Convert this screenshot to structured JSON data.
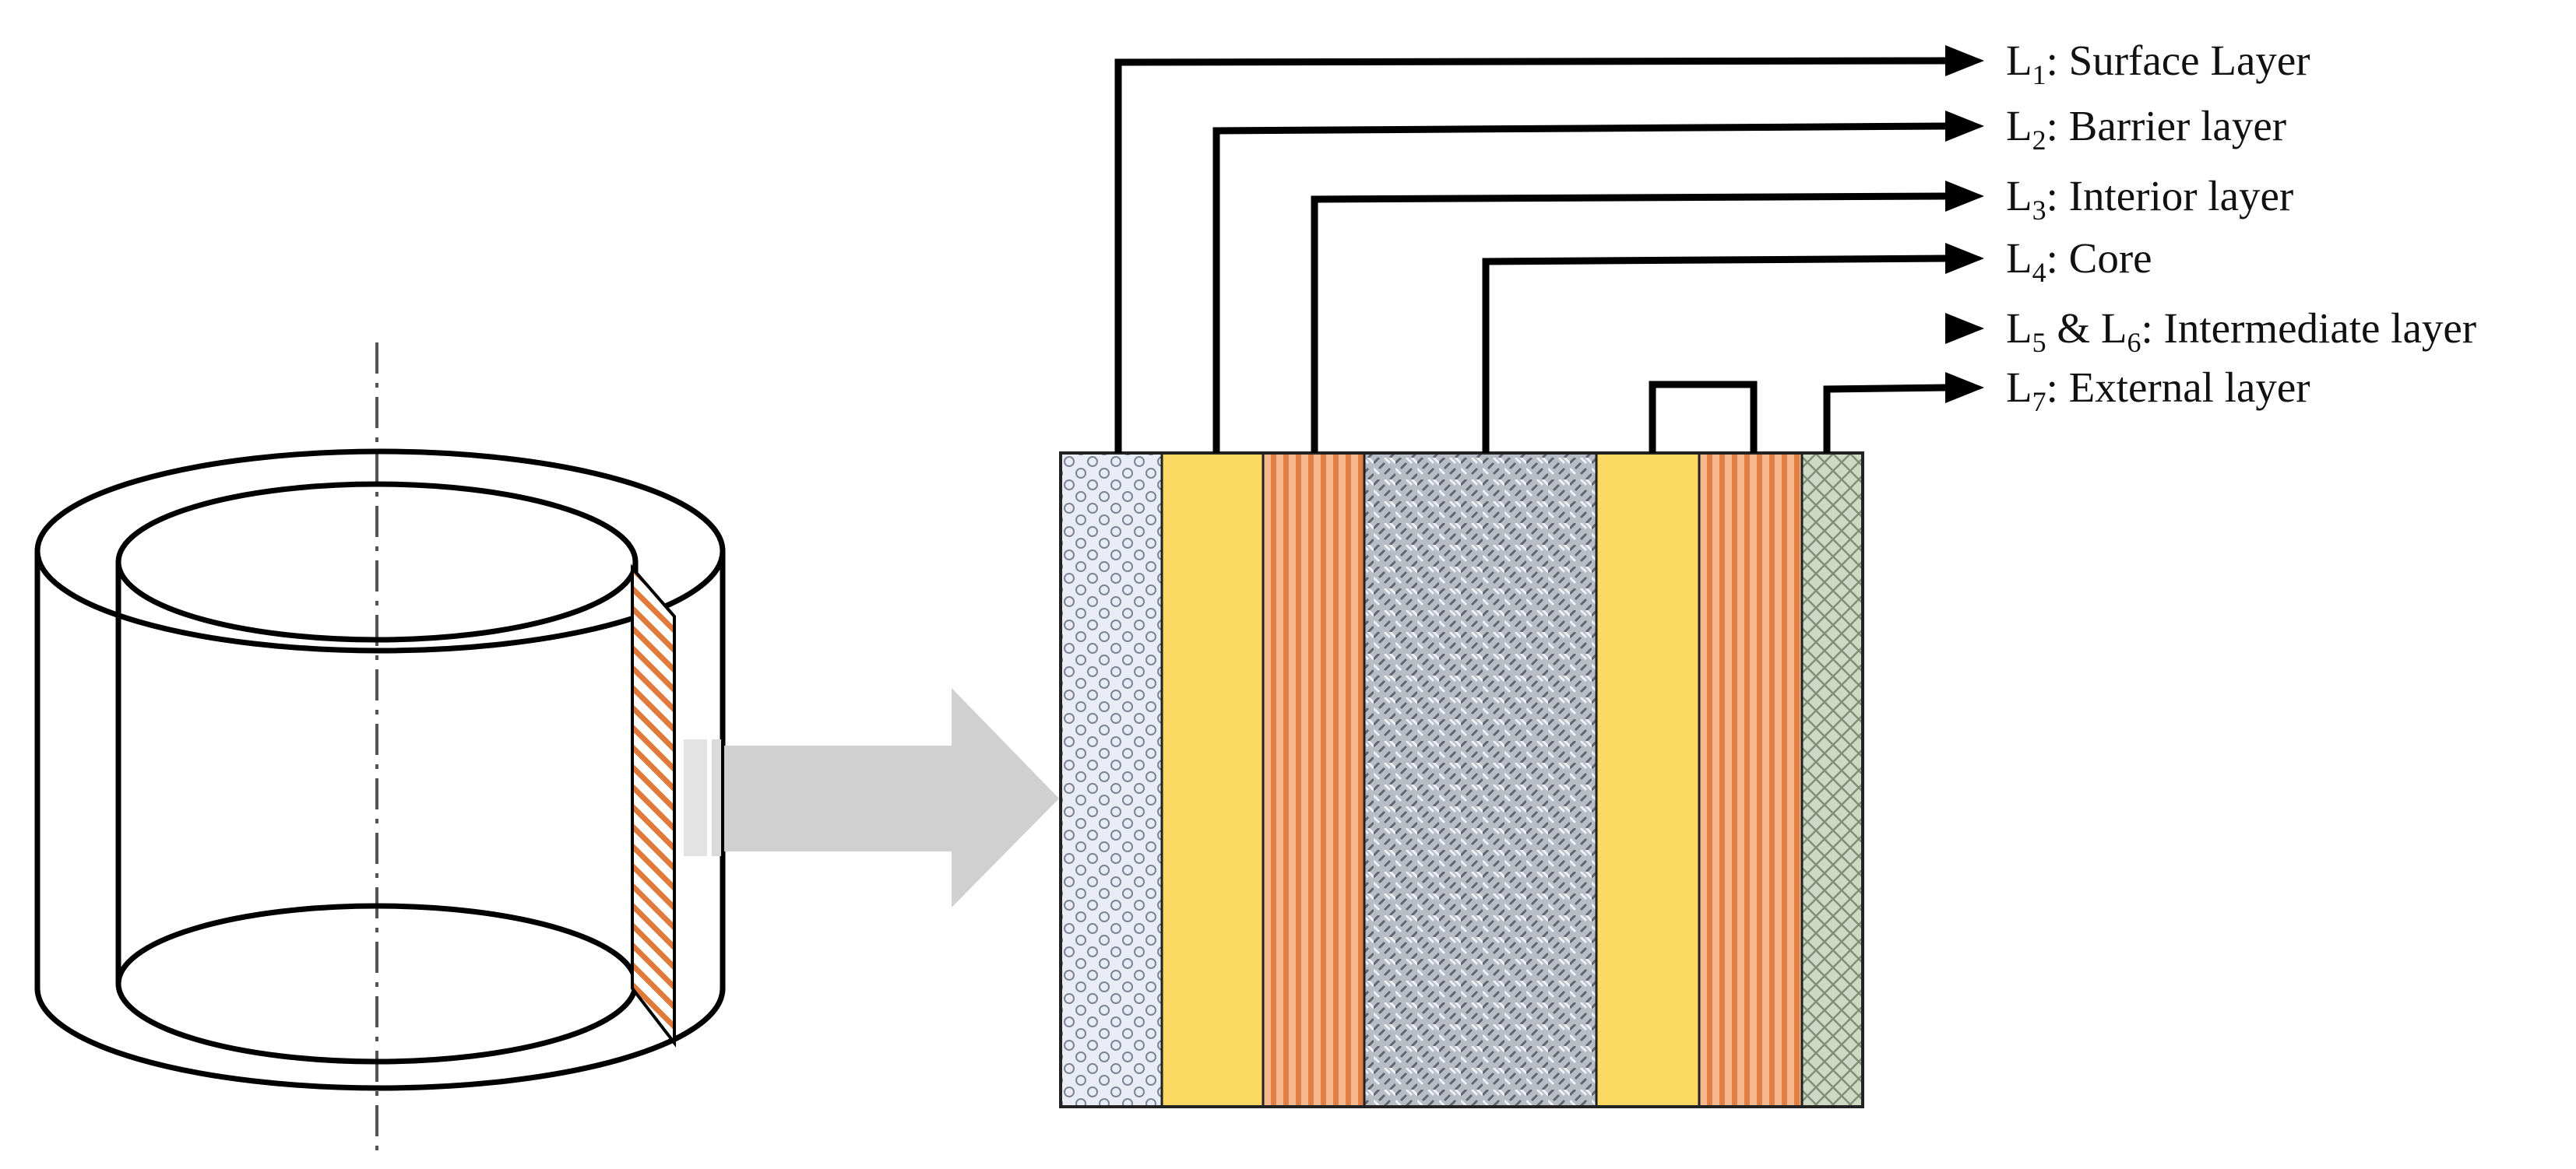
{
  "labels": [
    {
      "id": "L1",
      "parts": [
        {
          "t": "L",
          "sub": false
        },
        {
          "t": "1",
          "sub": true
        },
        {
          "t": ": Surface Layer",
          "sub": false
        }
      ]
    },
    {
      "id": "L2",
      "parts": [
        {
          "t": "L",
          "sub": false
        },
        {
          "t": "2",
          "sub": true
        },
        {
          "t": ": Barrier layer",
          "sub": false
        }
      ]
    },
    {
      "id": "L3",
      "parts": [
        {
          "t": "L",
          "sub": false
        },
        {
          "t": "3",
          "sub": true
        },
        {
          "t": ": Interior layer",
          "sub": false
        }
      ]
    },
    {
      "id": "L4",
      "parts": [
        {
          "t": "L",
          "sub": false
        },
        {
          "t": "4",
          "sub": true
        },
        {
          "t": ": Core",
          "sub": false
        }
      ]
    },
    {
      "id": "L5-L6",
      "parts": [
        {
          "t": "L",
          "sub": false
        },
        {
          "t": "5",
          "sub": true
        },
        {
          "t": " & L",
          "sub": false
        },
        {
          "t": "6",
          "sub": true
        },
        {
          "t": ": Intermediate layer",
          "sub": false
        }
      ]
    },
    {
      "id": "L7",
      "parts": [
        {
          "t": "L",
          "sub": false
        },
        {
          "t": "7",
          "sub": true
        },
        {
          "t": ": External layer",
          "sub": false
        }
      ]
    }
  ],
  "colors": {
    "surface_layer": "#dfe4ef",
    "barrier_layer": "#fbd862",
    "interior_layer": "#ef9c6c",
    "core": "#a9adb6",
    "intermediate_yellow": "#fbd862",
    "intermediate_stripe": "#ef9c6c",
    "external_layer": "#b7c6ad",
    "arrow": "#d0d0d0",
    "hatch": "#e07a3a",
    "line": "#000000"
  }
}
